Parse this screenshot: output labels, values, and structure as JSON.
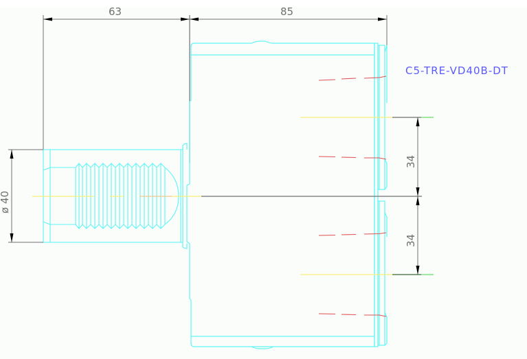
{
  "drawing": {
    "part_label": "C5-TRE-VD40B-DT",
    "background": "#fbfdfb",
    "colors": {
      "outline": "#5ff5f5",
      "dimension": "#707070",
      "centerline": "#f5f07a",
      "hidden": "#e05050",
      "extension_green": "#66dd66",
      "label": "#5a5aff"
    },
    "dimensions": {
      "shank_length": "63",
      "body_length": "85",
      "shank_diameter": "ø 40",
      "offset_upper": "34",
      "offset_lower": "34"
    }
  }
}
